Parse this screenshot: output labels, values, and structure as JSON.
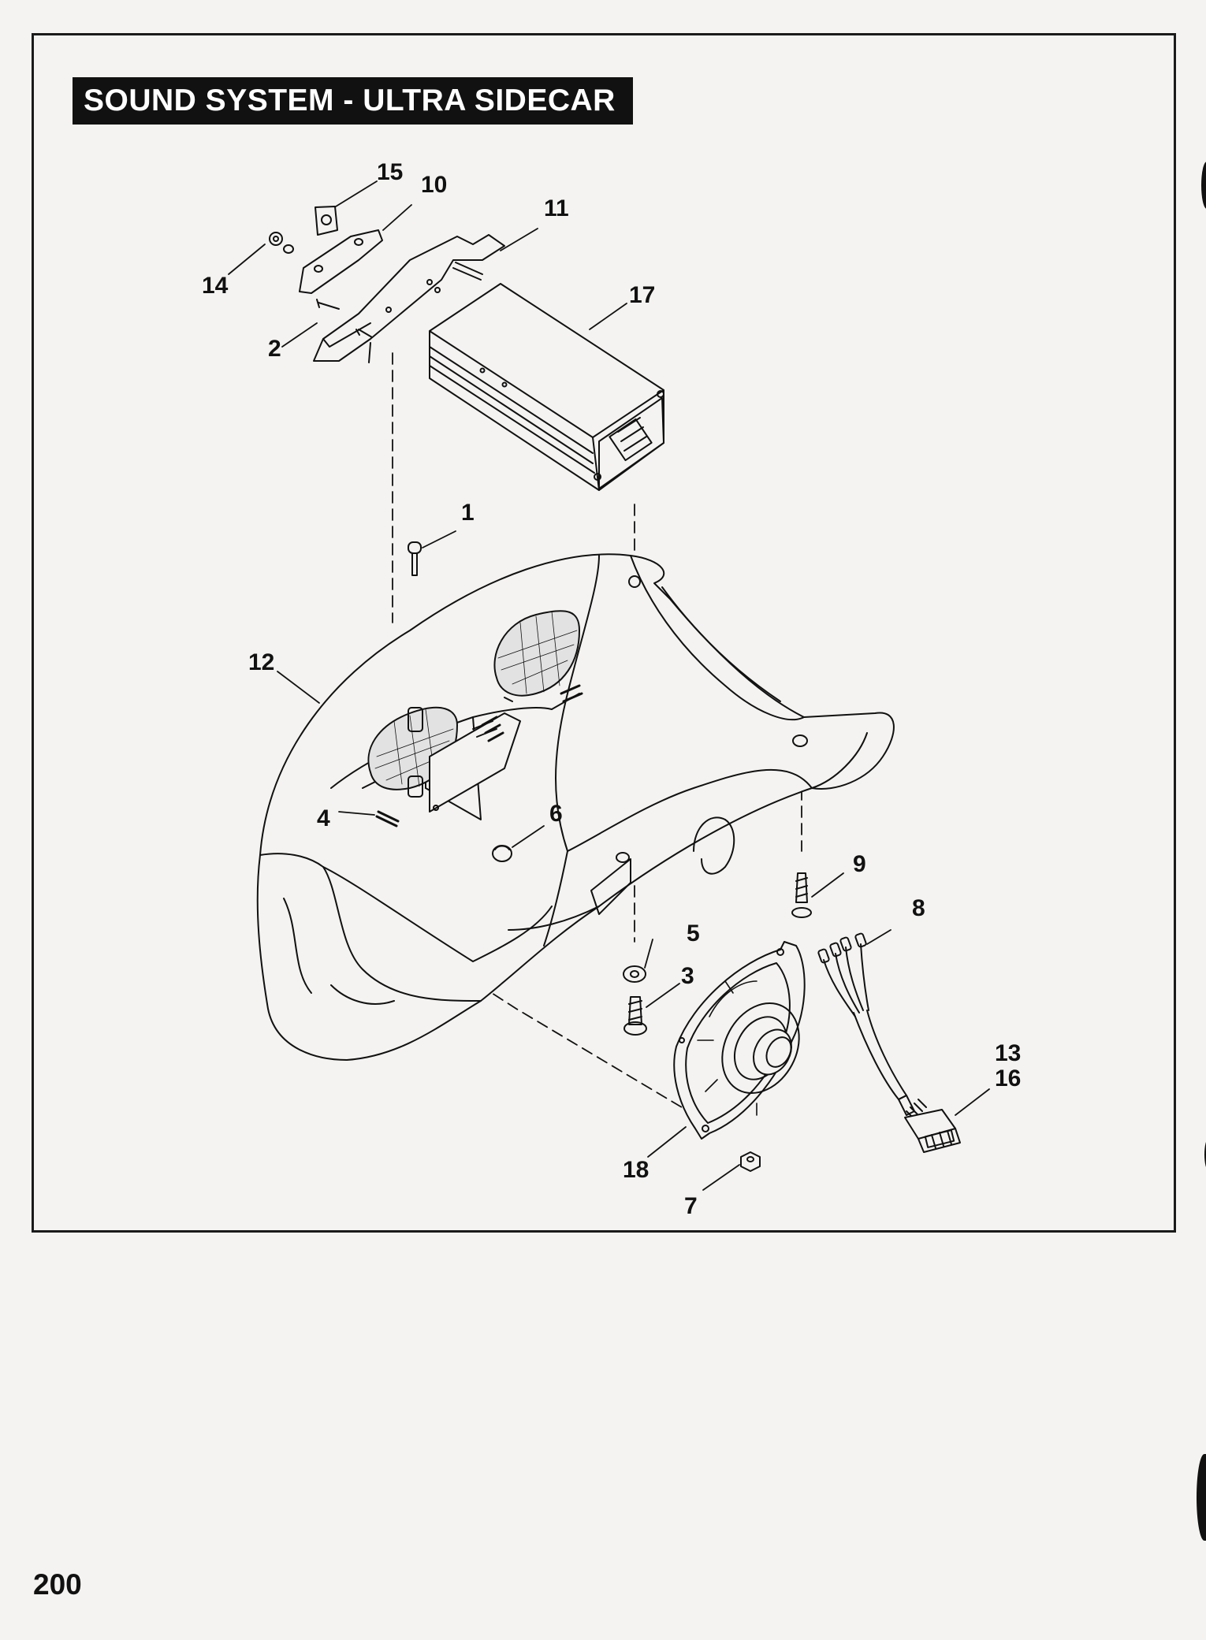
{
  "title": "SOUND SYSTEM - ULTRA SIDECAR",
  "page_number": "200",
  "callouts": [
    {
      "id": "15",
      "label": "15"
    },
    {
      "id": "10",
      "label": "10"
    },
    {
      "id": "11",
      "label": "11"
    },
    {
      "id": "14",
      "label": "14"
    },
    {
      "id": "17",
      "label": "17"
    },
    {
      "id": "2",
      "label": "2"
    },
    {
      "id": "1",
      "label": "1"
    },
    {
      "id": "12",
      "label": "12"
    },
    {
      "id": "4",
      "label": "4"
    },
    {
      "id": "6",
      "label": "6"
    },
    {
      "id": "9",
      "label": "9"
    },
    {
      "id": "8",
      "label": "8"
    },
    {
      "id": "5",
      "label": "5"
    },
    {
      "id": "3",
      "label": "3"
    },
    {
      "id": "13",
      "label": "13"
    },
    {
      "id": "16",
      "label": "16"
    },
    {
      "id": "18",
      "label": "18"
    },
    {
      "id": "7",
      "label": "7"
    }
  ],
  "colors": {
    "ink": "#111111",
    "paper": "#f4f3f1",
    "banner_text": "#ffffff"
  }
}
